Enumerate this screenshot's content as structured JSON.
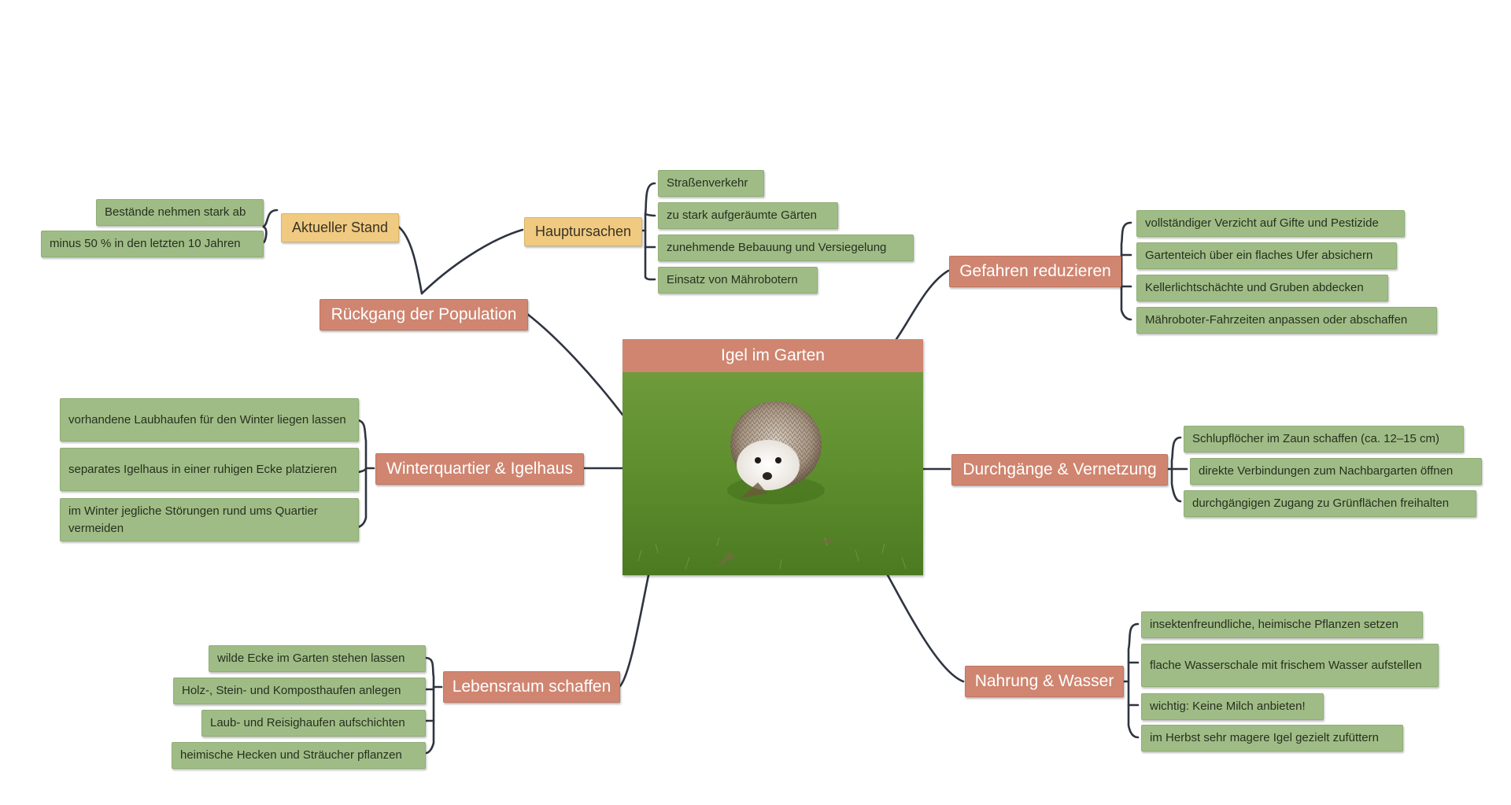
{
  "central": {
    "title": "Igel im Garten",
    "image": "hedgehog-photo"
  },
  "colors": {
    "main": "#cf8570",
    "sub": "#efca80",
    "leaf": "#a0bc86",
    "line": "#2e3440"
  },
  "branches": {
    "rueckgang": {
      "label": "Rückgang der Population",
      "aktueller": {
        "label": "Aktueller Stand",
        "items": [
          "Bestände nehmen stark ab",
          "minus 50 % in den letzten 10 Jahren"
        ]
      },
      "ursachen": {
        "label": "Hauptursachen",
        "items": [
          "Straßenverkehr",
          "zu stark aufgeräumte Gärten",
          "zunehmende Bebauung und Versiegelung",
          "Einsatz von Mährobotern"
        ]
      }
    },
    "gefahren": {
      "label": "Gefahren reduzieren",
      "items": [
        "vollständiger Verzicht auf Gifte und Pestizide",
        "Gartenteich über ein flaches Ufer absichern",
        "Kellerlichtschächte und Gruben abdecken",
        "Mähroboter-Fahrzeiten anpassen oder abschaffen"
      ]
    },
    "winter": {
      "label": "Winterquartier & Igelhaus",
      "items": [
        "vorhandene Laubhaufen für den Winter liegen lassen",
        "separates Igelhaus in einer ruhigen Ecke platzieren",
        "im Winter jegliche Störungen rund ums Quartier vermeiden"
      ]
    },
    "durchgaenge": {
      "label": "Durchgänge & Vernetzung",
      "items": [
        "Schlupflöcher im Zaun schaffen (ca. 12–15 cm)",
        "direkte Verbindungen zum Nachbargarten öffnen",
        "durchgängigen Zugang zu Grünflächen freihalten"
      ]
    },
    "lebensraum": {
      "label": "Lebensraum schaffen",
      "items": [
        "wilde Ecke im Garten stehen lassen",
        "Holz-, Stein- und Komposthaufen anlegen",
        "Laub- und Reisighaufen aufschichten",
        "heimische Hecken und Sträucher pflanzen"
      ]
    },
    "nahrung": {
      "label": "Nahrung & Wasser",
      "items": [
        "insektenfreundliche, heimische Pflanzen setzen",
        "flache Wasserschale mit frischem Wasser aufstellen",
        "wichtig: Keine Milch anbieten!",
        "im Herbst sehr magere Igel gezielt zufüttern"
      ]
    }
  }
}
